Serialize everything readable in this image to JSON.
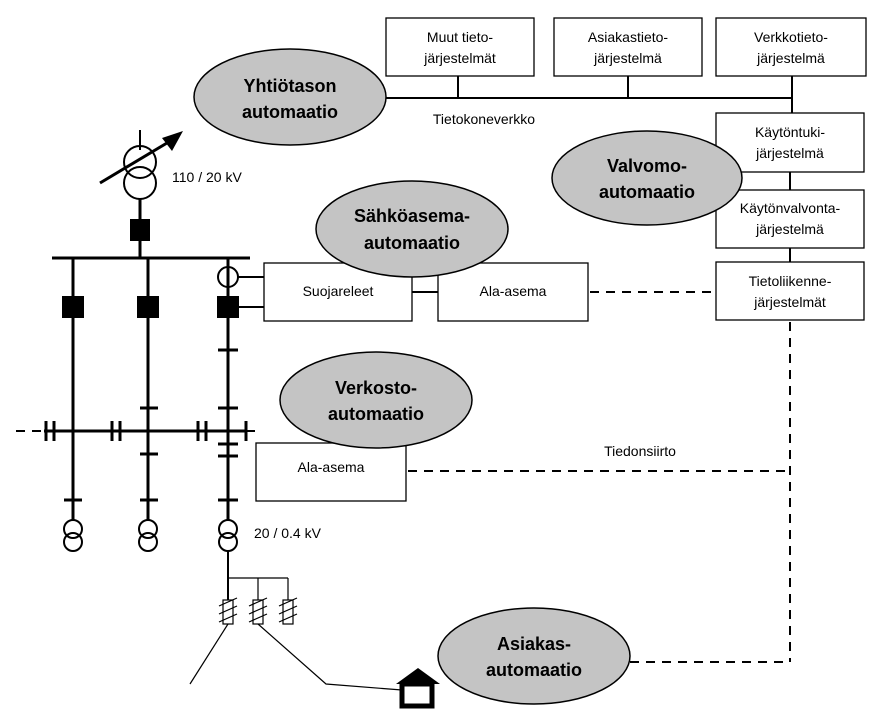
{
  "systems": {
    "muut": [
      "Muut tieto-",
      "järjestelmät"
    ],
    "asiakastieto": [
      "Asiakastieto-",
      "järjestelmä"
    ],
    "verkkotieto": [
      "Verkkotieto-",
      "järjestelmä"
    ],
    "kaytontuki": [
      "Käytöntuki-",
      "järjestelmä"
    ],
    "kaytonvalvonta": [
      "Käytönvalvonta-",
      "järjestelmä"
    ],
    "tietoliikenne": [
      "Tietoliikenne-",
      "järjestelmät"
    ],
    "suojareleet": "Suojareleet",
    "ala_asema_1": "Ala-asema",
    "ala_asema_2": "Ala-asema"
  },
  "automation_levels": {
    "yhtiotaso": [
      "Yhtiötason",
      "automaatio"
    ],
    "valvomo": [
      "Valvomo-",
      "automaatio"
    ],
    "sahkoasema": [
      "Sähköasema-",
      "automaatio"
    ],
    "verkosto": [
      "Verkosto-",
      "automaatio"
    ],
    "asiakas": [
      "Asiakas-",
      "automaatio"
    ]
  },
  "labels": {
    "tietokoneverkko": "Tietokoneverkko",
    "tiedonsiirto": "Tiedonsiirto",
    "voltage_main": "110 / 20 kV",
    "voltage_dist": "20 / 0.4 kV"
  }
}
